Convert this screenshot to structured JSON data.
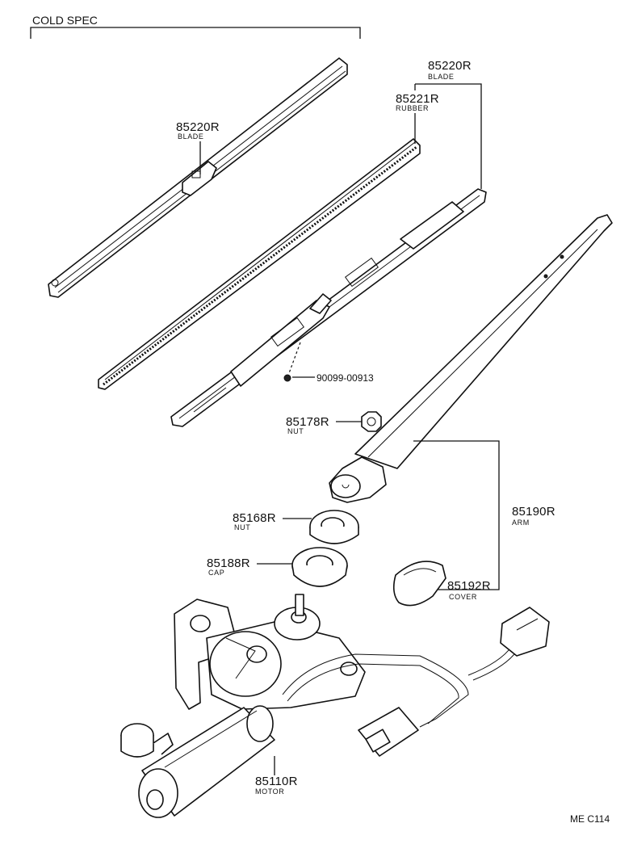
{
  "header": {
    "title": "COLD SPEC"
  },
  "labels": {
    "blade_left": {
      "number": "85220R",
      "name": "BLADE"
    },
    "blade_top": {
      "number": "85220R",
      "name": "BLADE"
    },
    "rubber": {
      "number": "85221R",
      "name": "RUBBER"
    },
    "clip": {
      "number": "90099-00913"
    },
    "nut_small": {
      "number": "85178R",
      "name": "NUT"
    },
    "nut_large": {
      "number": "85168R",
      "name": "NUT"
    },
    "cap": {
      "number": "85188R",
      "name": "CAP"
    },
    "arm": {
      "number": "85190R",
      "name": "ARM"
    },
    "cover": {
      "number": "85192R",
      "name": "COVER"
    },
    "motor": {
      "number": "85110R",
      "name": "MOTOR"
    }
  },
  "footer": {
    "code": "ME C114"
  }
}
